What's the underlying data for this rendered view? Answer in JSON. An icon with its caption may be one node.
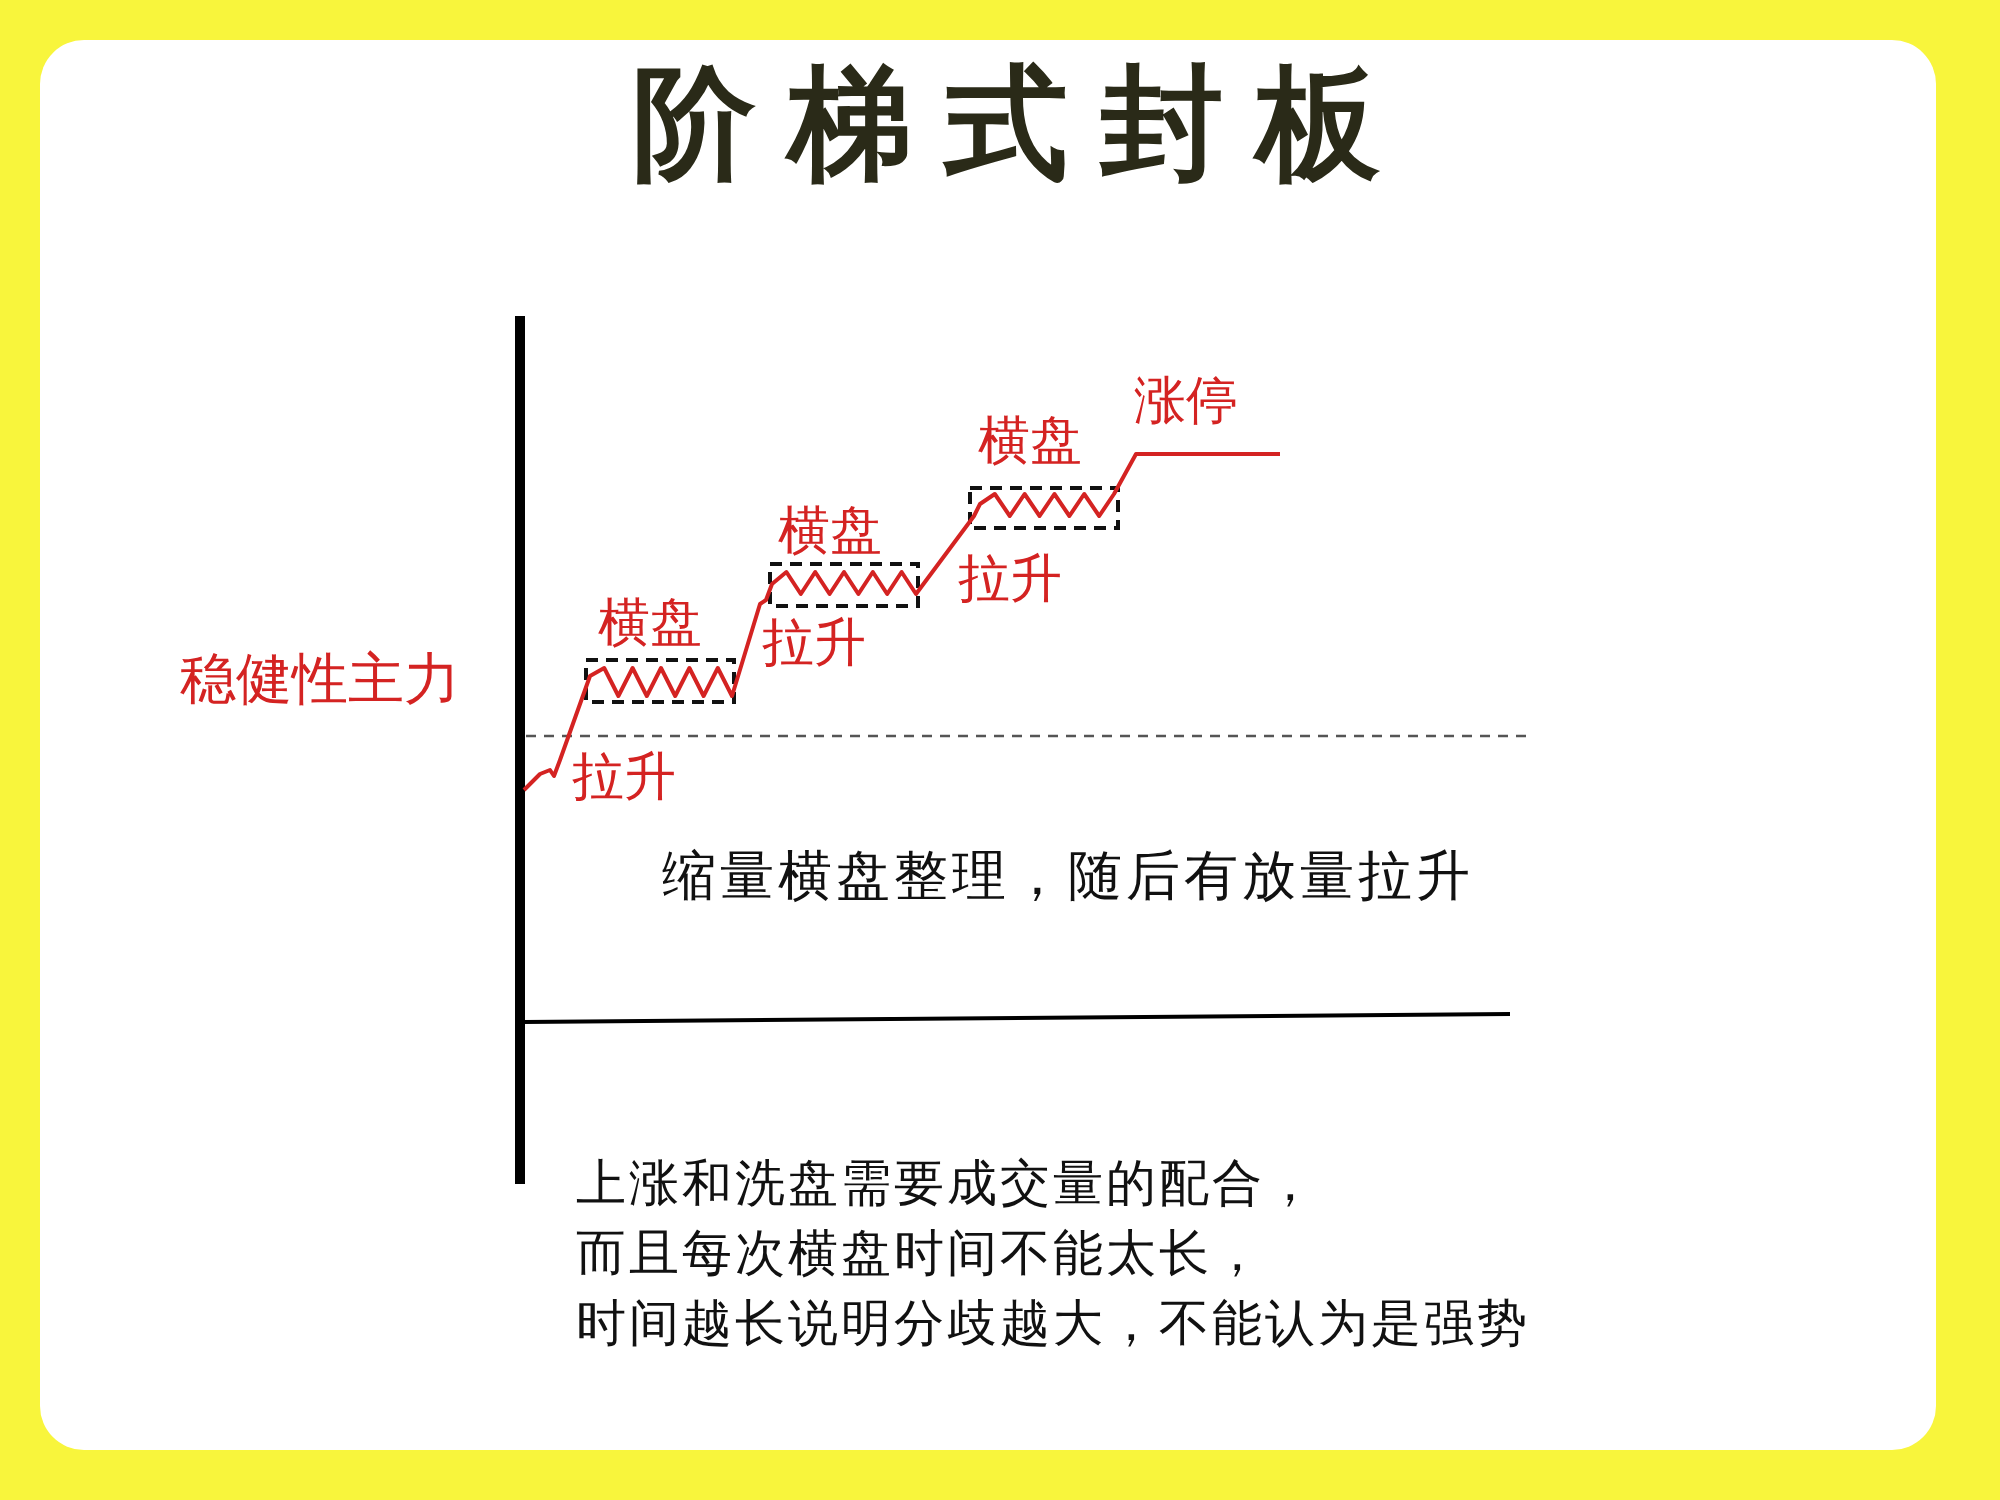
{
  "diagram": {
    "title": "阶梯式封板",
    "labels": [
      "稳健性主力",
      "拉升",
      "横盘",
      "拉升",
      "横盘",
      "拉升",
      "横盘",
      "涨停",
      "缩量横盘整理，随后有放量拉升",
      "上涨和洗盘需要成交量的配合，",
      "而且每次横盘时间不能太长，",
      "时间越长说明分歧越大，不能认为是强势"
    ]
  }
}
